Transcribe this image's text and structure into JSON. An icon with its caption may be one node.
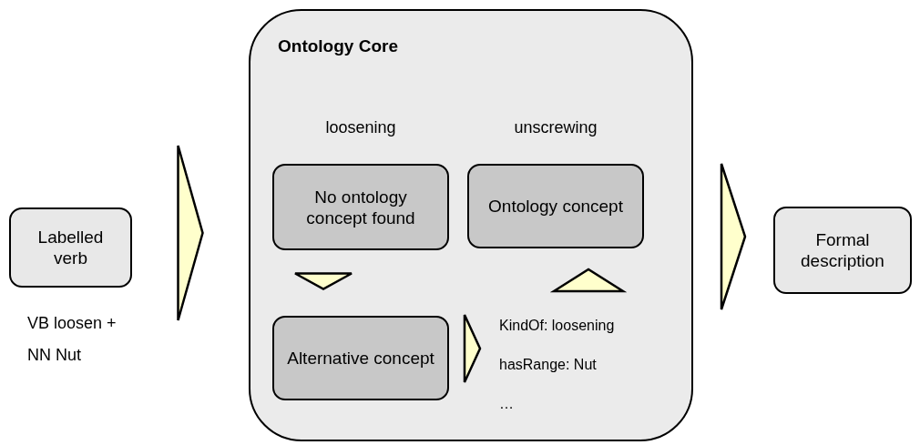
{
  "diagram": {
    "nodes": [
      {
        "text": [
          "Labelled verb"
        ],
        "beside": [
          "VB loosen + NN Nut"
        ]
      },
      {
        "text": [
          "Ontology Core"
        ]
      },
      {
        "text": [
          "No ontology concept found"
        ],
        "in": 1,
        "beside": [
          "loosening"
        ]
      },
      {
        "text": [
          "Ontology concept"
        ],
        "in": 1,
        "beside": [
          "unscrewing"
        ]
      },
      {
        "text": [
          "Alternative concept"
        ],
        "in": 1
      },
      {
        "text": [
          "KindOf: loosening",
          "hasRange: Nut",
          "…"
        ],
        "in": 1
      },
      {
        "text": [
          "Formal description"
        ]
      }
    ],
    "edges": [
      {
        "from": 0,
        "to": 1,
        "arrow": "to"
      },
      {
        "from": 2,
        "to": 4,
        "arrow": "to"
      },
      {
        "from": 4,
        "to": 5,
        "arrow": "to"
      },
      {
        "from": 5,
        "to": 3,
        "arrow": "to"
      },
      {
        "from": 1,
        "to": 6,
        "arrow": "to"
      }
    ]
  }
}
